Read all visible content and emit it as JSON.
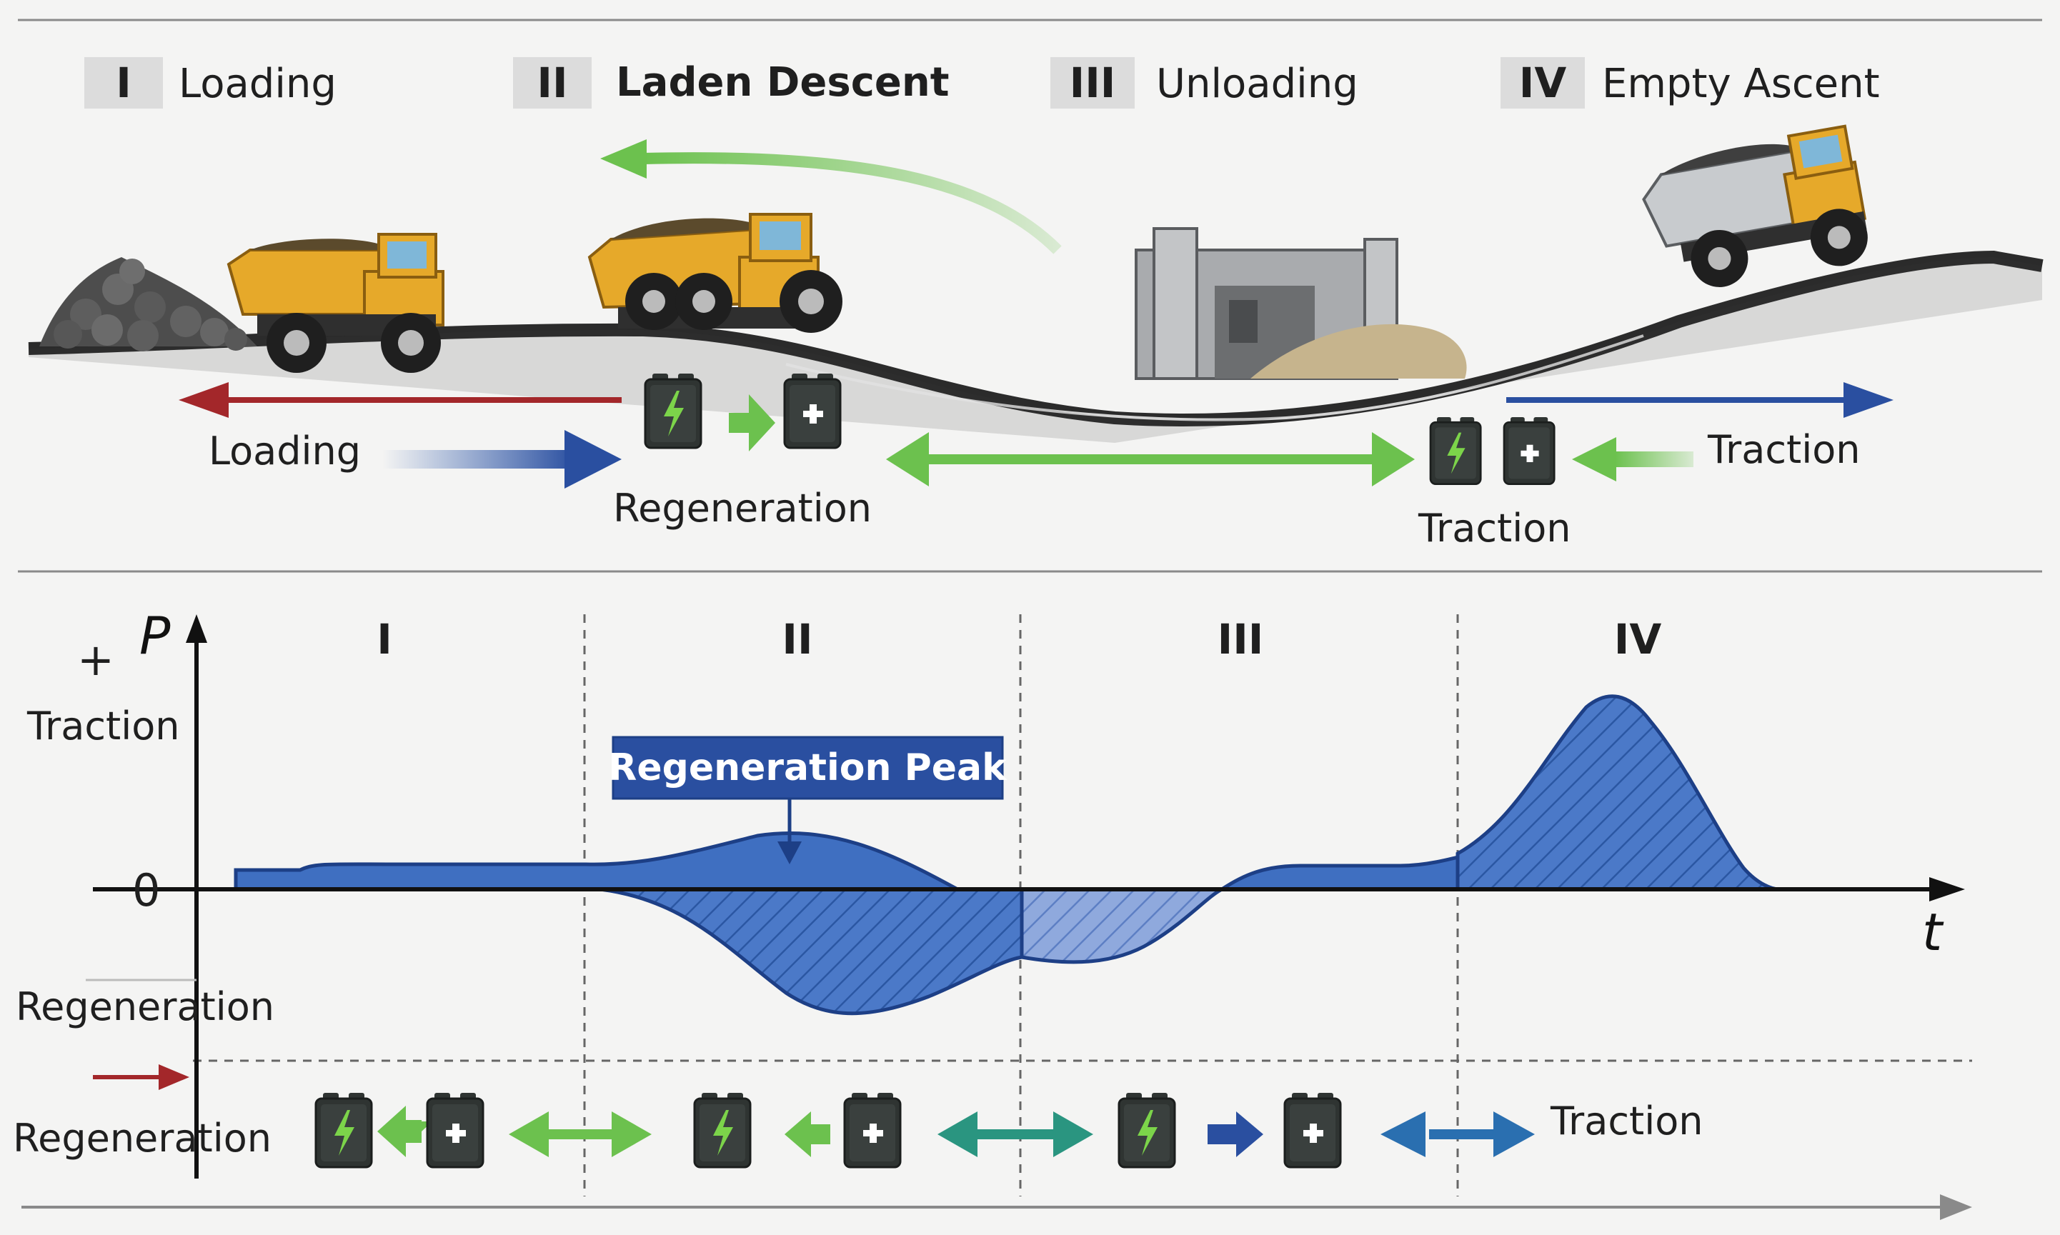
{
  "phases": [
    {
      "numeral": "I",
      "label": "Loading"
    },
    {
      "numeral": "II",
      "label": "Laden Descent"
    },
    {
      "numeral": "III",
      "label": "Unloading"
    },
    {
      "numeral": "IV",
      "label": "Empty Ascent"
    }
  ],
  "top_labels": {
    "loading": "Loading",
    "regeneration": "Regeneration",
    "traction_right": "Traction",
    "traction_bottom": "Traction"
  },
  "chart": {
    "y_symbol": "P",
    "plus": "+",
    "y_positive_label": "Traction",
    "zero": "0",
    "x_symbol": "t",
    "y_negative_label": "Regeneration",
    "peak_annotation": "Regeneration Peak",
    "phase_numerals": [
      "I",
      "II",
      "III",
      "IV"
    ]
  },
  "bottom_labels": {
    "left": "Regeneration",
    "right": "Traction"
  },
  "colors": {
    "blue_fill": "#3f6fc1",
    "blue_dark": "#1d3f86",
    "green": "#6cc14e",
    "red": "#a3272a",
    "teal": "#2a9580",
    "battery": "#2f3432"
  }
}
